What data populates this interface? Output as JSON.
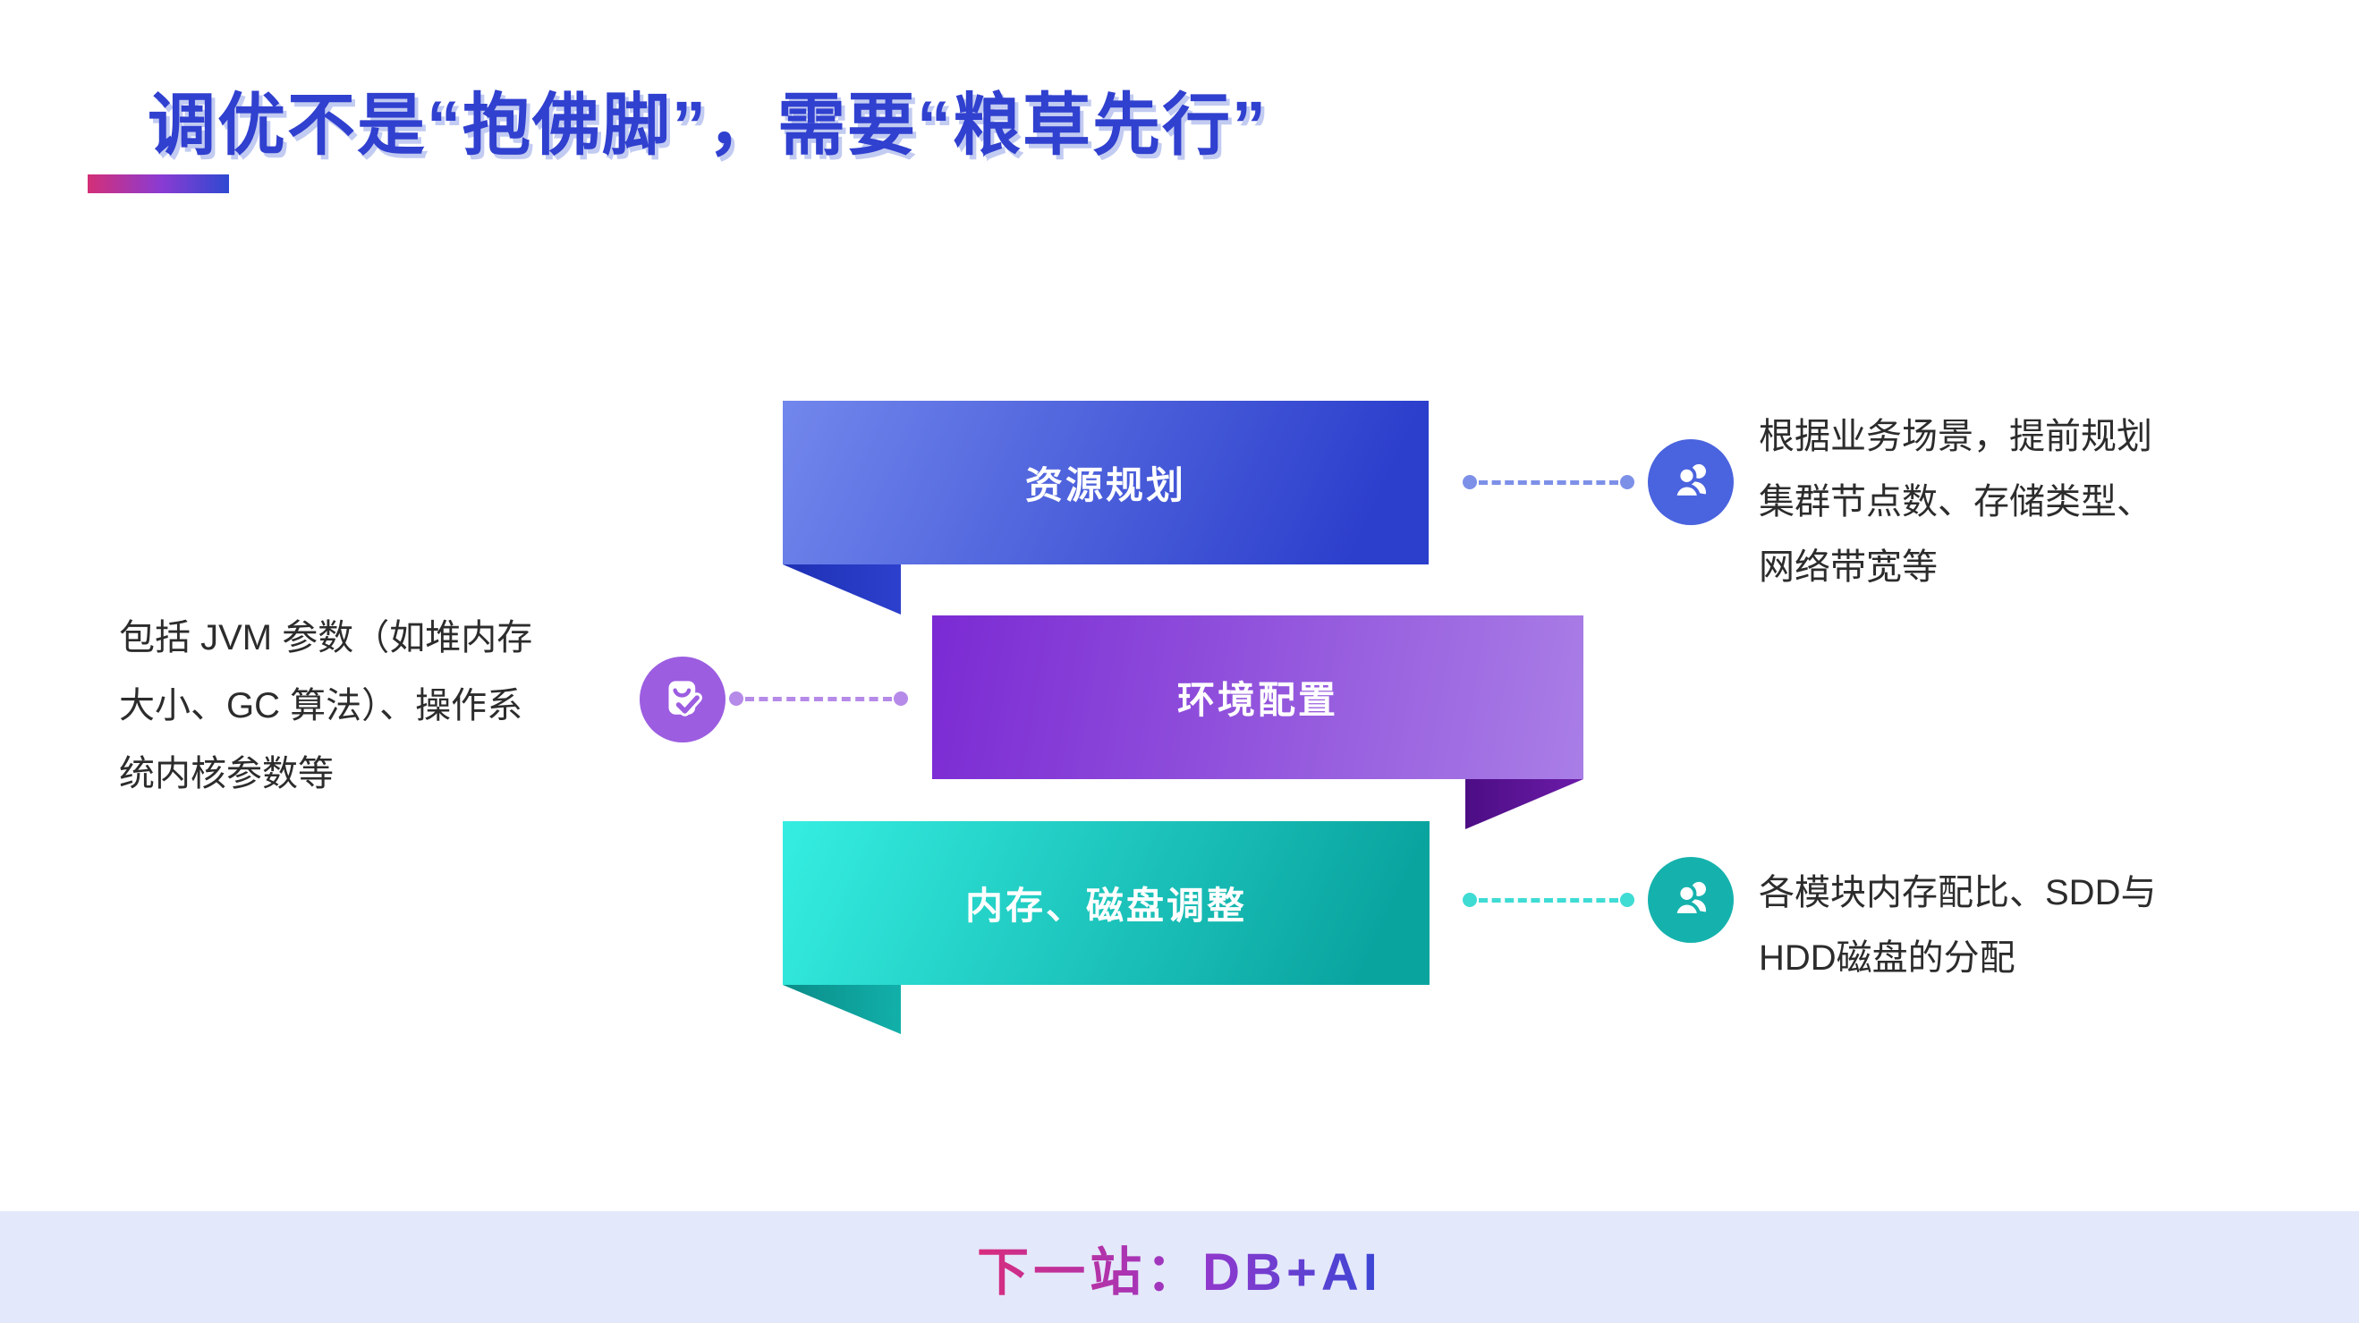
{
  "title": {
    "text": "调优不是“抱佛脚”，需要“粮草先行”"
  },
  "banners": [
    {
      "label": "资源规划",
      "color_start": "#7287ec",
      "color_end": "#2b3ecc"
    },
    {
      "label": "环境配置",
      "color_start": "#7b2ad3",
      "color_end": "#a97ee6"
    },
    {
      "label": "内存、磁盘调整",
      "color_start": "#35eee1",
      "color_end": "#0aa49f"
    }
  ],
  "annotations": [
    {
      "id": "resource-planning-note",
      "icon": "users-icon",
      "icon_color": "#4a63de",
      "connector_color": "#7d90e8",
      "text": "根据业务场景，提前规划\n集群节点数、存储类型、\n网络带宽等"
    },
    {
      "id": "environment-config-note",
      "icon": "clipboard-check-icon",
      "icon_color": "#9c5de1",
      "connector_color": "#b58ae8",
      "text": "包括 JVM 参数（如堆内存\n大小、GC 算法）、操作系\n统内核参数等"
    },
    {
      "id": "memory-disk-note",
      "icon": "users-icon",
      "icon_color": "#15b2ad",
      "connector_color": "#3fdcd4",
      "text": "各模块内存配比、SDD与\nHDD磁盘的分配"
    }
  ],
  "footer": {
    "text": "下一站：DB+AI",
    "background": "#e4e8fb"
  },
  "colors": {
    "title_text": "#3040cf",
    "body_text": "#2c2c2c",
    "underline_start": "#d42f77",
    "underline_mid": "#8a3bd3",
    "underline_end": "#2f49d1",
    "footer_text_start": "#d92c7c",
    "footer_text_end": "#3a46d5"
  }
}
